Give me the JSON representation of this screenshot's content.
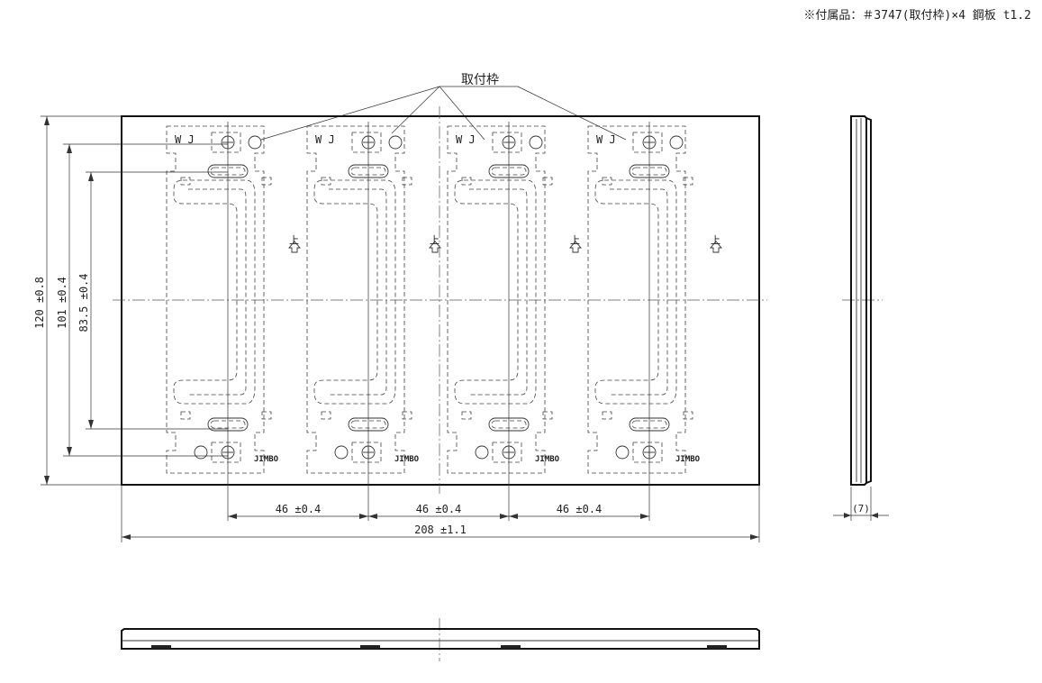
{
  "note": "※付属品：＃3747(取付枠)×4 鋼板 t1.2",
  "callout_label": "取付枠",
  "frame_marks": {
    "wj": "W J",
    "brand": "JIMBO",
    "up": "上"
  },
  "dimensions": {
    "pitch": "46 ±0.4",
    "overall_width": "208 ±1.1",
    "overall_height": "120 ±0.8",
    "hole_pitch_outer": "101 ±0.4",
    "hole_pitch_inner": "83.5 ±0.4",
    "thickness": "(7)"
  }
}
